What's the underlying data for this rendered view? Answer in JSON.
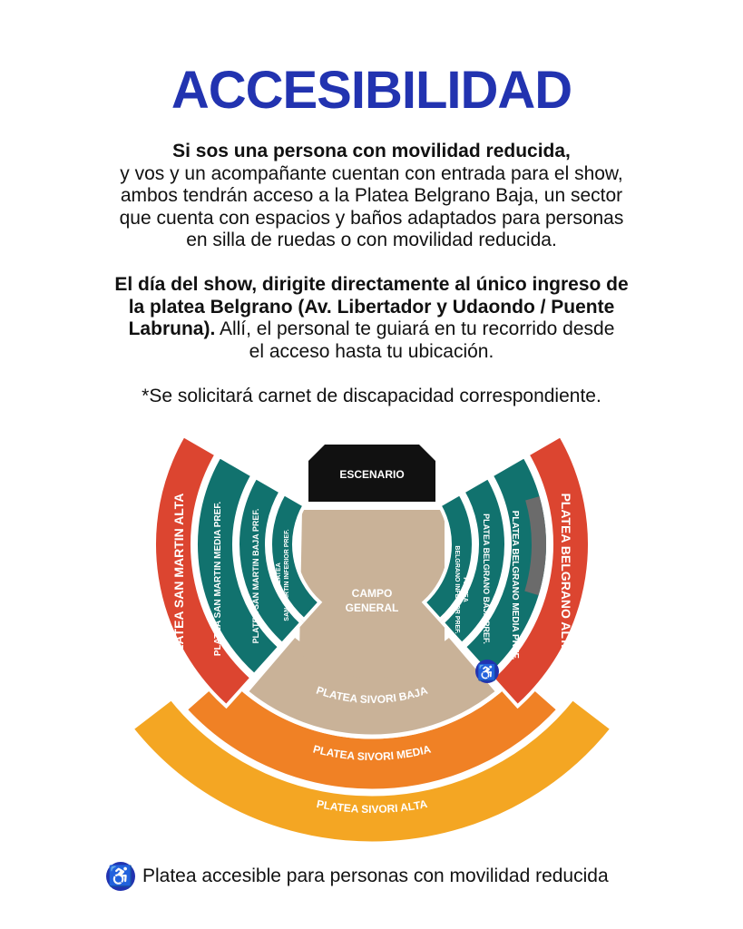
{
  "title": "ACCESIBILIDAD",
  "intro": {
    "bold": "Si sos una persona con movilidad reducida,",
    "lines": [
      "y vos y un acompañante cuentan con entrada para el show,",
      "ambos tendrán acceso a la Platea Belgrano Baja, un sector",
      "que cuenta con espacios y baños adaptados para personas",
      "en silla de ruedas o con movilidad reducida."
    ]
  },
  "instructions": {
    "bold_lines": [
      "El día del show, dirigite directamente al único ingreso de",
      "la platea Belgrano (Av. Libertador y Udaondo / Puente",
      "Labruna)."
    ],
    "rest_inline": " Allí, el personal te guiará en tu recorrido desde",
    "rest_last": "el acceso hasta tu ubicación."
  },
  "note": "*Se solicitará carnet de discapacidad correspondiente.",
  "map": {
    "stage": "ESCENARIO",
    "campo": [
      "CAMPO",
      "GENERAL"
    ],
    "san_martin_alta": "PLATEA SAN MARTIN ALTA",
    "san_martin_media": "PLATEA SAN MARTIN MEDIA PREF.",
    "san_martin_baja": "PLATEA SAN MARTIN BAJA PREF.",
    "san_martin_inferior": [
      "PLATEA",
      "SAN MARTIN INFERIOR PREF."
    ],
    "belgrano_alta": "PLATEA BELGRANO ALTA",
    "belgrano_media": "PLATEA BELGRANO MEDIA PREF.",
    "belgrano_baja": "PLATEA BELGRANO BAJA PREF.",
    "belgrano_inferior": [
      "PLATEA",
      "BELGRANO INFERIOR PREF."
    ],
    "sivori_baja": "PLATEA SIVORI BAJA",
    "sivori_media": "PLATEA SIVORI MEDIA",
    "sivori_alta": "PLATEA SIVORI ALTA",
    "colors": {
      "alta_side": "#dc4530",
      "pref": "#11726e",
      "tan": "#c9b298",
      "sivori_media": "#f08125",
      "sivori_alta": "#f4a623",
      "stage": "#111111",
      "blocked": "#6b6b6b",
      "accent": "#2233b0"
    }
  },
  "legend": {
    "icon": "wheelchair-icon",
    "text": "Platea accesible para personas con movilidad reducida"
  }
}
